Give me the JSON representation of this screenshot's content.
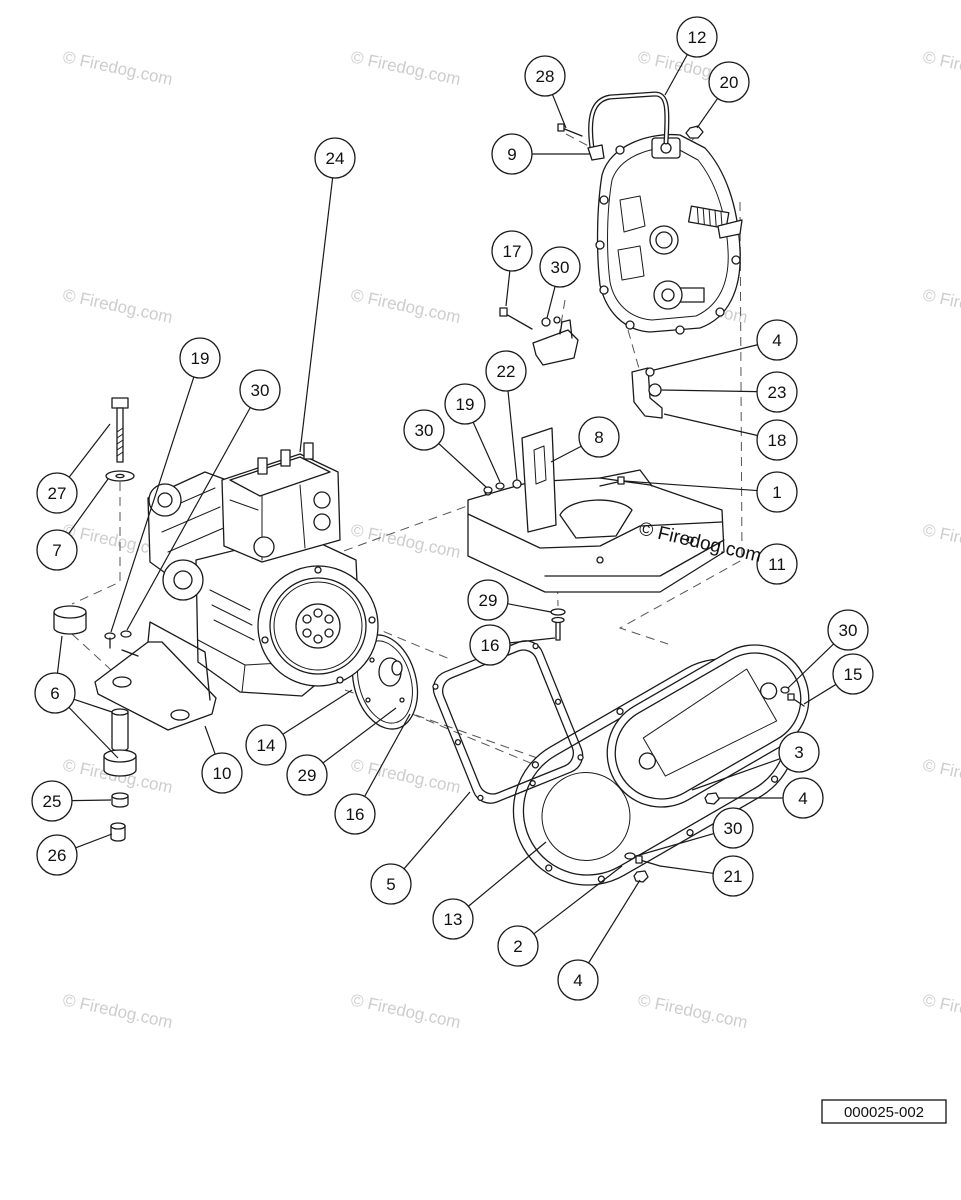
{
  "callouts": [
    "12",
    "28",
    "20",
    "9",
    "24",
    "17",
    "30",
    "4",
    "19",
    "23",
    "22",
    "30",
    "19",
    "30",
    "8",
    "18",
    "27",
    "1",
    "7",
    "11",
    "29",
    "30",
    "16",
    "6",
    "15",
    "14",
    "3",
    "10",
    "29",
    "4",
    "25",
    "16",
    "30",
    "26",
    "21",
    "5",
    "13",
    "2",
    "4"
  ],
  "watermark": "© Firedog.com",
  "diagram_id": "000025-002",
  "colors": {
    "line": "#1a1a1a",
    "watermark": "#cdcdcd",
    "background": "#ffffff"
  }
}
